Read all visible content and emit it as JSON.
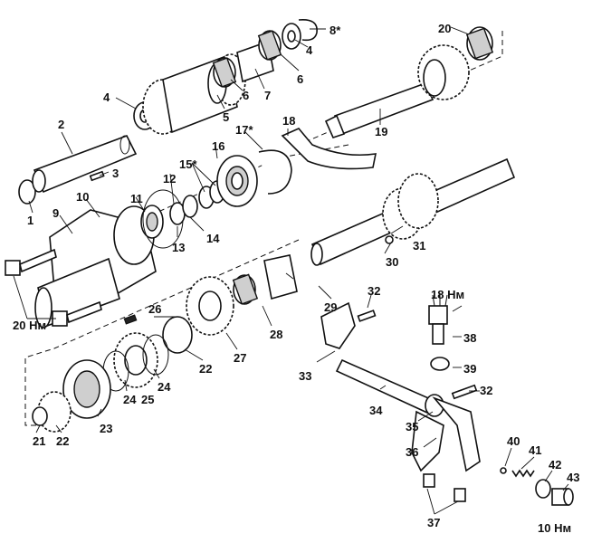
{
  "callouts": {
    "c1": "1",
    "c2": "2",
    "c3": "3",
    "c4a": "4",
    "c4b": "4",
    "c5": "5",
    "c6a": "6",
    "c6b": "6",
    "c7": "7",
    "c8": "8*",
    "c9": "9",
    "c10": "10",
    "c11": "11",
    "c12": "12",
    "c13": "13",
    "c14": "14",
    "c15": "15*",
    "c16": "16",
    "c17": "17*",
    "c18": "18",
    "c19": "19",
    "c20": "20",
    "c21": "21",
    "c22a": "22",
    "c22b": "22",
    "c23": "23",
    "c24a": "24",
    "c24b": "24",
    "c25": "25",
    "c26": "26",
    "c27": "27",
    "c28": "28",
    "c29": "29",
    "c30": "30",
    "c31": "31",
    "c32a": "32",
    "c32b": "32",
    "c33": "33",
    "c34": "34",
    "c35": "35",
    "c36": "36",
    "c37": "37",
    "c38": "38",
    "c39": "39",
    "c40": "40",
    "c41": "41",
    "c42": "42",
    "c43": "43"
  },
  "torques": {
    "t_20nm": "20 Нм",
    "t_18nm": "18 Нм",
    "t_10nm": "10 Нм"
  }
}
